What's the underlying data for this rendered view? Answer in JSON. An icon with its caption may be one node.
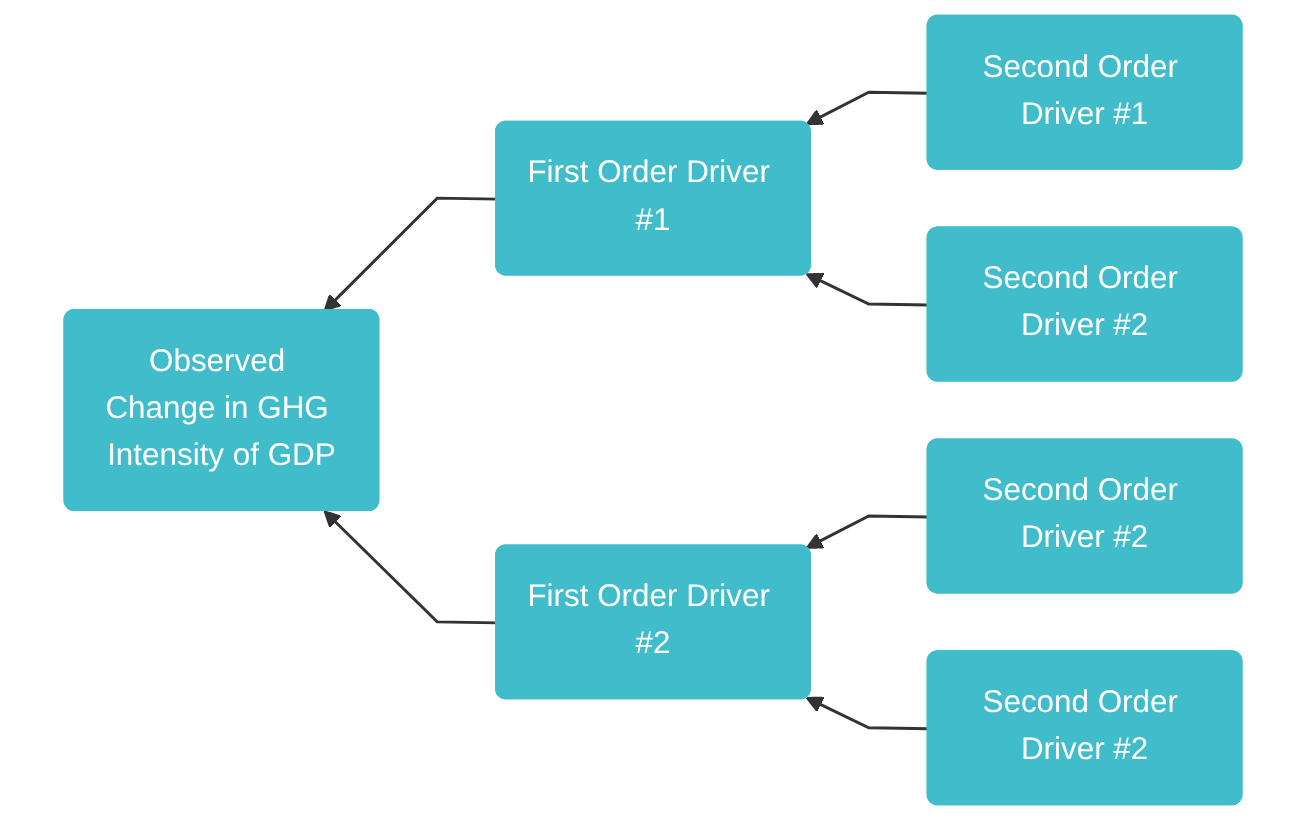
{
  "diagram": {
    "nodes": [
      {
        "text": [
          "Observed Change in GHG Intensity of GDP"
        ]
      },
      {
        "text": [
          "First Order Driver #1"
        ]
      },
      {
        "text": [
          "Second Order Driver #1"
        ]
      },
      {
        "text": [
          "Second Order Driver #2"
        ]
      },
      {
        "text": [
          "First Order Driver #2"
        ]
      },
      {
        "text": [
          "Second Order Driver #2"
        ]
      },
      {
        "text": [
          "Second Order Driver #2"
        ]
      }
    ],
    "edges": [
      {
        "from": 1,
        "to": 0,
        "arrow": "to"
      },
      {
        "from": 2,
        "to": 1,
        "arrow": "to"
      },
      {
        "from": 3,
        "to": 1,
        "arrow": "to"
      },
      {
        "from": 4,
        "to": 0,
        "arrow": "to"
      },
      {
        "from": 5,
        "to": 4,
        "arrow": "to"
      },
      {
        "from": 6,
        "to": 4,
        "arrow": "to"
      }
    ]
  }
}
